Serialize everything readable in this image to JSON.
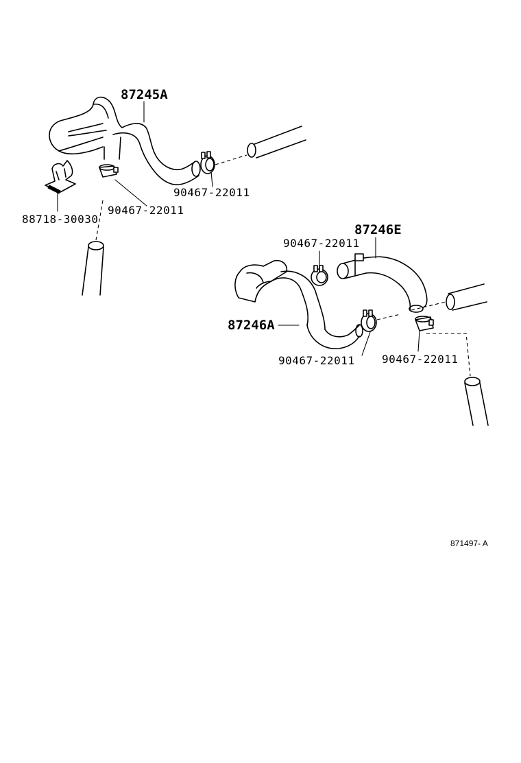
{
  "labels": {
    "hose_upper": "87245A",
    "clamp_upper_right": "90467-22011",
    "clamp_upper_left": "90467-22011",
    "clip": "88718-30030",
    "hose_lower_right": "87246E",
    "clamp_lower_top": "90467-22011",
    "hose_lower_left": "87246A",
    "clamp_lower_mid": "90467-22011",
    "clamp_lower_right": "90467-22011"
  },
  "reference_code": "871497- A"
}
